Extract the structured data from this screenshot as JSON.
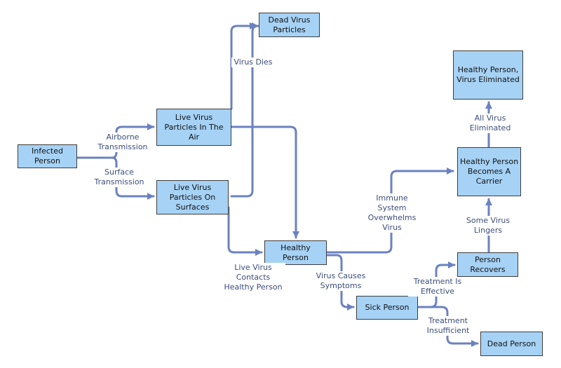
{
  "theme": {
    "node_fill": "#a6d2f5",
    "node_border": "#3d3d3d",
    "edge": "#6b82c0",
    "label_text": "#3b4d7a"
  },
  "nodes": {
    "infected_person": "Infected\nPerson",
    "live_air": "Live Virus\nParticles In The\nAir",
    "live_surfaces": "Live Virus\nParticles On\nSurfaces",
    "dead_particles": "Dead Virus\nParticles",
    "healthy_person": "Healthy\nPerson",
    "sick_person": "Sick Person",
    "person_recovers": "Person\nRecovers",
    "dead_person": "Dead Person",
    "carrier": "Healthy Person\nBecomes A\nCarrier",
    "eliminated": "Healthy Person,\nVirus Eliminated"
  },
  "edges": {
    "airborne": "Airborne\nTransmission",
    "surface": "Surface\nTransmission",
    "virus_dies": "Virus Dies",
    "contacts": "Live Virus\nContacts\nHealthy Person",
    "immune": "Immune\nSystem\nOverwhelms\nVirus",
    "symptoms": "Virus Causes\nSymptoms",
    "effective": "Treatment Is\nEffective",
    "insufficient": "Treatment\nInsufficient",
    "lingers": "Some Virus\nLingers",
    "all_eliminated": "All Virus\nEliminated"
  }
}
